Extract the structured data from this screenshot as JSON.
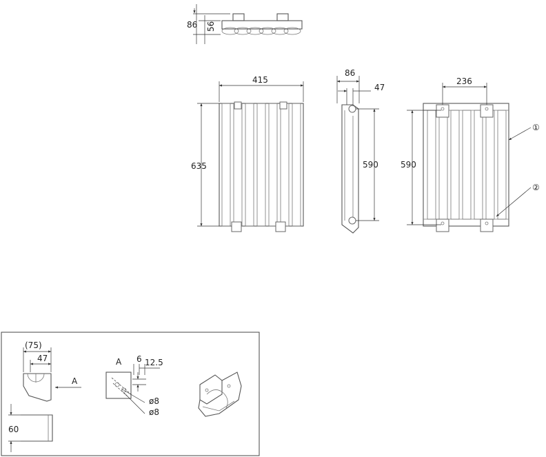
{
  "top_view": {
    "dim_total": "86",
    "dim_body": "56"
  },
  "front_view": {
    "dim_width": "415",
    "dim_height": "635"
  },
  "side_view": {
    "dim_depth": "86",
    "dim_offset": "47",
    "dim_height": "590"
  },
  "rear_view": {
    "dim_centers": "236",
    "dim_height": "590",
    "callout_1": "①",
    "callout_2": "②"
  },
  "bracket_detail": {
    "dim_overall": "(75)",
    "dim_width": "47",
    "dim_height": "60",
    "section_mark": "A",
    "arrow_label": "A",
    "dim_hole_offset": "6",
    "dim_hole_spacing": "12.5",
    "dim_hole_dia_1": "ø8",
    "dim_hole_dia_2": "ø8"
  }
}
